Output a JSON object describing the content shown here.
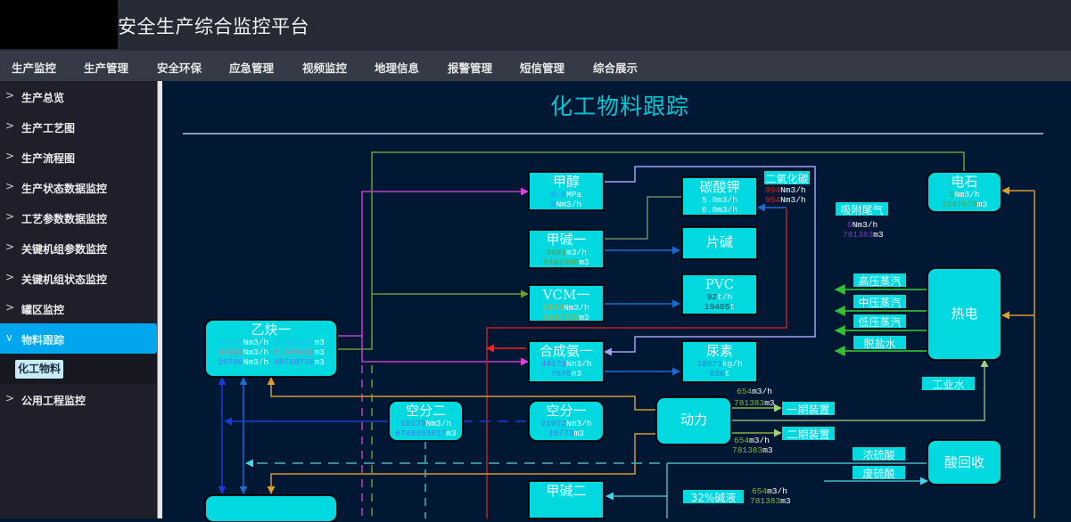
{
  "header": {
    "app_title": "安全生产综合监控平台"
  },
  "topnav": {
    "items": [
      "生产监控",
      "生产管理",
      "安全环保",
      "应急管理",
      "视频监控",
      "地理信息",
      "报警管理",
      "短信管理",
      "综合展示"
    ]
  },
  "sidebar": {
    "items": [
      {
        "label": "生产总览",
        "expanded": false
      },
      {
        "label": "生产工艺图",
        "expanded": false
      },
      {
        "label": "生产流程图",
        "expanded": false
      },
      {
        "label": "生产状态数据监控",
        "expanded": false
      },
      {
        "label": "工艺参数数据监控",
        "expanded": false
      },
      {
        "label": "关键机组参数监控",
        "expanded": false
      },
      {
        "label": "关键机组状态监控",
        "expanded": false
      },
      {
        "label": "罐区监控",
        "expanded": false
      },
      {
        "label": "物料跟踪",
        "expanded": true,
        "active": true
      },
      {
        "label": "公用工程监控",
        "expanded": false
      }
    ],
    "submenu": {
      "label": "化工物料",
      "selected": true
    }
  },
  "main": {
    "title": "化工物料跟踪",
    "colors": {
      "node_fill": "#00d9e0",
      "background": "#001833",
      "accent": "#00c8d8"
    },
    "nodes": {
      "yiquei": {
        "title": "乙炔一",
        "rows": [
          {
            "v1": "14435",
            "u1": "Nm3/h",
            "v2": "21351430",
            "u2": "m3",
            "c": "#3ab0f0"
          },
          {
            "v1": "42280",
            "u1": "Nm3/h",
            "v2": "61549210",
            "u2": "m3",
            "c": "#e6708a"
          },
          {
            "v1": "29700",
            "u1": "Nm3/h",
            "v2": "48768730",
            "u2": "m3",
            "c": "#6a6cf0"
          }
        ]
      },
      "jiachun": {
        "title": "甲醇",
        "rows": [
          {
            "v": "0.8",
            "u": "MPa",
            "c": "#3a8cf8"
          },
          {
            "v": "0",
            "u": "Nm3/h",
            "c": "#3a8cf8"
          }
        ]
      },
      "jiajian1": {
        "title": "甲碱一",
        "rows": [
          {
            "v": "3681",
            "u": "m3/h",
            "c": "#5f9a3a"
          },
          {
            "v": "9182609",
            "u": "m3",
            "c": "#7a9a2a"
          }
        ]
      },
      "vcm1": {
        "title": "VCM一",
        "rows": [
          {
            "v": "3568",
            "u": "Nm3/h",
            "c": "#d7a030"
          },
          {
            "v": "9447278",
            "u": "m3",
            "c": "#b8b030"
          }
        ]
      },
      "hechengan1": {
        "title": "合成氨一",
        "rows": [
          {
            "v": "44171",
            "u": "Nm3/h",
            "c": "#7a5cf0"
          },
          {
            "v": "7676",
            "u": "m3",
            "c": "#4a78f0"
          }
        ]
      },
      "tansuanjia": {
        "title": "碳酸钾",
        "rows": [
          {
            "v": "5.0",
            "u": "m3/h",
            "c": "#ffffff"
          },
          {
            "v": "6.0",
            "u": "m3/h",
            "c": "#ffffff"
          }
        ]
      },
      "pianjian": {
        "title": "片碱",
        "rows": []
      },
      "pvc": {
        "title": "PVC",
        "rows": [
          {
            "v": "92",
            "u": "t/h",
            "c": "#0f3a44"
          },
          {
            "v": "19405",
            "u": "t",
            "c": "#0f3a44"
          }
        ]
      },
      "niaosu": {
        "title": "尿素",
        "rows": [
          {
            "v": "18573",
            "u": "kg/h",
            "c": "#1a8ad8"
          },
          {
            "v": "936",
            "u": "t",
            "c": "#1a8ad8"
          }
        ]
      },
      "kongfen2": {
        "title": "空分二",
        "rows": [
          {
            "v": "10579",
            "u": "Nm3/h",
            "c": "#5a6cf0"
          },
          {
            "v": "6746393917",
            "u": "m3",
            "c": "#5a6cf0"
          }
        ]
      },
      "kongfen1": {
        "title": "空分一",
        "rows": [
          {
            "v": "21973",
            "u": "Nm3/h",
            "c": "#5a6cf0"
          },
          {
            "v": "15773",
            "u": "m3",
            "c": "#5a6cf0"
          }
        ]
      },
      "dongli": {
        "title": "动力"
      },
      "jiajian2": {
        "title": "甲碱二"
      },
      "dianshi": {
        "title": "电石",
        "rows": [
          {
            "v": "0",
            "u": "Nm3/h",
            "c": "#6a9a3a"
          },
          {
            "v": "1347879",
            "u": "m3",
            "c": "#6a9a3a"
          }
        ]
      },
      "redian": {
        "title": "热电"
      },
      "suanhuishou": {
        "title": "酸回收"
      }
    },
    "labels": {
      "co2": "二氧化碳",
      "co2_flow1": {
        "v": "994",
        "u": "Nm3/h",
        "c": "#e02020"
      },
      "co2_flow2": {
        "v": "954",
        "u": "Nm3/h",
        "c": "#e02020"
      },
      "xifu": "吸附尾气",
      "xifu_flow1": {
        "v": "0",
        "u": "Nm3/h",
        "c": "#7a3ab8"
      },
      "xifu_flow2": {
        "v": "781383",
        "u": "m3",
        "c": "#7a3ab8"
      },
      "gaoya": "高压蒸汽",
      "zhongya": "中压蒸汽",
      "diya": "低压蒸汽",
      "tuoyan": "脱盐水",
      "gongyeshui": "工业水",
      "yiqi": "一期装置",
      "erqi": "二期装置",
      "yiqi_flow1": {
        "v": "654",
        "u": "m3/h",
        "c": "#8ab040"
      },
      "yiqi_flow2": {
        "v": "781383",
        "u": "m3",
        "c": "#8ab040"
      },
      "erqi_flow1": {
        "v": "654",
        "u": "m3/h",
        "c": "#8ab040"
      },
      "erqi_flow2": {
        "v": "781383",
        "u": "m3",
        "c": "#8ab040"
      },
      "nongliusuan": "浓硫酸",
      "feiliusuan": "废硫酸",
      "jianye": "32%碱液",
      "jianye_flow1": {
        "v": "654",
        "u": "m3/h",
        "c": "#8ab040"
      },
      "jianye_flow2": {
        "v": "781383",
        "u": "m3",
        "c": "#8ab040"
      }
    }
  }
}
